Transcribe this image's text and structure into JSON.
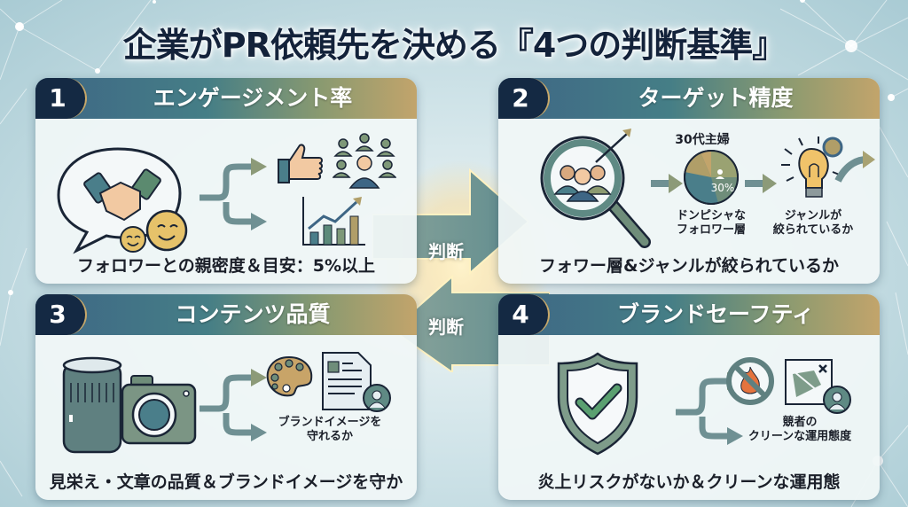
{
  "title": "企業がPR依頼先を決める『4つの判断基準』",
  "colors": {
    "navy": "#142943",
    "teal": "#457e86",
    "gold": "#c2a46b",
    "card_bg": "#f0f6f7",
    "glow": "#ffd98a"
  },
  "center": {
    "top_arrow_label": "判断",
    "bottom_arrow_label": "判断"
  },
  "cards": [
    {
      "number": "1",
      "title": "エンゲージメント率",
      "footer": "フォロワーとの親密度＆目安：5%以上",
      "icons": [
        "handshake-speech-icon",
        "smiley-icon",
        "thumbs-up-icon",
        "audience-icon",
        "growth-chart-icon"
      ]
    },
    {
      "number": "2",
      "title": "ターゲット精度",
      "footer": "フォワー層&ジャンルが絞られているか",
      "pie_title": "30代主婦",
      "pie_value": "30%",
      "label_left": "ドンピシャな",
      "label_left2": "フォロワー層",
      "label_right": "ジャンルが",
      "label_right2": "絞られているか",
      "icons": [
        "magnifier-target-icon",
        "pie-chart-icon",
        "lightbulb-icon",
        "arrow-right-icon"
      ]
    },
    {
      "number": "3",
      "title": "コンテンツ品質",
      "footer": "見栄え・文章の品質＆ブランドイメージを守か",
      "label": "ブランドイメージを",
      "label2": "守れるか",
      "icons": [
        "camera-lens-icon",
        "palette-icon",
        "document-icon",
        "user-avatar-icon"
      ]
    },
    {
      "number": "4",
      "title": "ブランドセーフティ",
      "footer": "炎上リスクがないか＆クリーンな運用態",
      "label": "競者の",
      "label2": "クリーンな運用態度",
      "icons": [
        "shield-check-icon",
        "no-fire-icon",
        "image-x-icon",
        "user-avatar-icon"
      ]
    }
  ]
}
